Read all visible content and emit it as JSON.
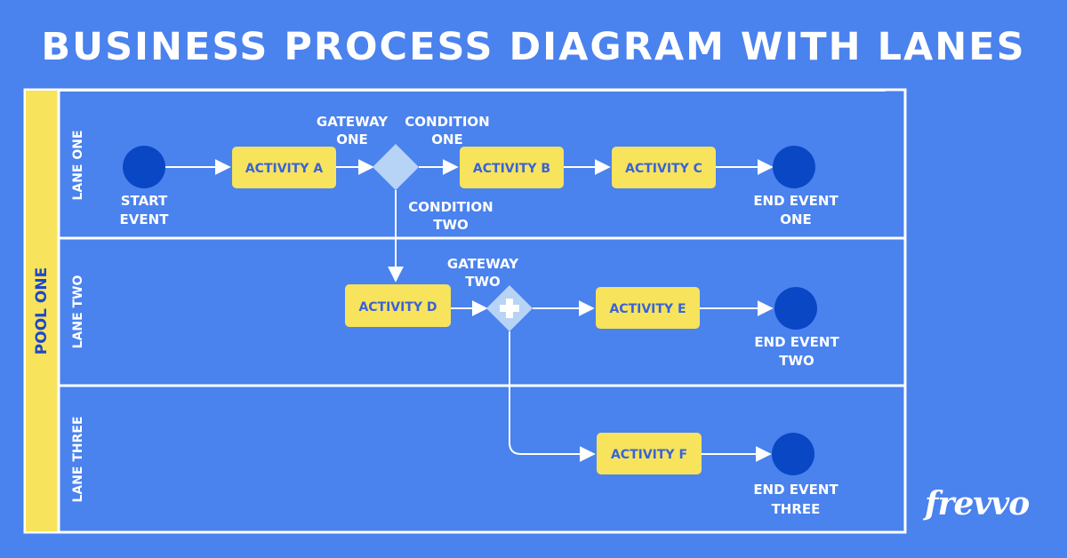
{
  "title": "BUSINESS PROCESS DIAGRAM WITH LANES",
  "pool": {
    "label": "POOL ONE"
  },
  "lanes": [
    {
      "label": "LANE ONE"
    },
    {
      "label": "LANE TWO"
    },
    {
      "label": "LANE THREE"
    }
  ],
  "events": {
    "start": [
      "START",
      "EVENT"
    ],
    "end_one": [
      "END EVENT",
      "ONE"
    ],
    "end_two": [
      "END EVENT",
      "TWO"
    ],
    "end_three": [
      "END EVENT",
      "THREE"
    ]
  },
  "activities": {
    "a": "ACTIVITY A",
    "b": "ACTIVITY B",
    "c": "ACTIVITY C",
    "d": "ACTIVITY D",
    "e": "ACTIVITY E",
    "f": "ACTIVITY F"
  },
  "gateways": {
    "one": [
      "GATEWAY",
      "ONE"
    ],
    "two": [
      "GATEWAY",
      "TWO"
    ]
  },
  "conditions": {
    "one": [
      "CONDITION",
      "ONE"
    ],
    "two": [
      "CONDITION",
      "TWO"
    ]
  },
  "brand": {
    "logo": "frevvo"
  },
  "colors": {
    "background": "#4a82ee",
    "activity": "#f7e35c",
    "activity_text": "#3a63d6",
    "event": "#0a47c4",
    "gateway": "#b7d3f5",
    "line": "#ffffff"
  }
}
